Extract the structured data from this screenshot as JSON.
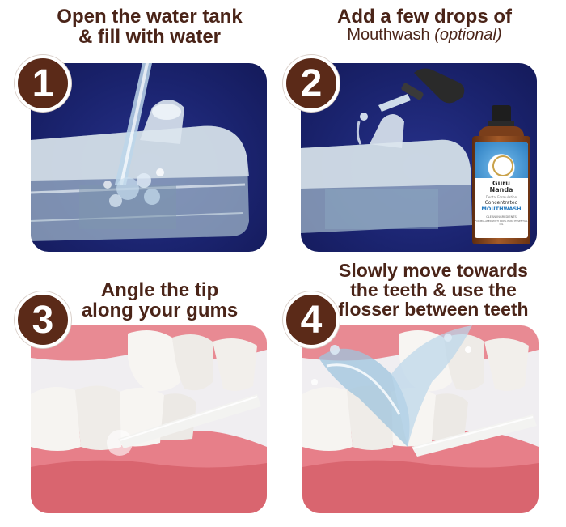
{
  "steps": [
    {
      "number": "1",
      "title_line1": "Open the water tank",
      "title_line2": "& fill with water"
    },
    {
      "number": "2",
      "title_line1": "Add a few drops of",
      "title_line2": "Mouthwash",
      "title_line2_em": "(optional)"
    },
    {
      "number": "3",
      "title_line1": "Angle the tip",
      "title_line2": "along your gums"
    },
    {
      "number": "4",
      "title_line1": "Slowly move towards",
      "title_line2": "the teeth & use the",
      "title_line3": "flosser between teeth"
    }
  ],
  "bottle": {
    "brand_line1": "Guru",
    "brand_line2": "Nanda",
    "product_small": "Dental Formulation",
    "product_line1": "Concentrated",
    "product_line2": "MOUTHWASH",
    "fine_print1": "CLEAN INGREDIENTS",
    "fine_print2": "FORMULATED WITH 100% PURE ESSENTIAL OIL"
  },
  "colors": {
    "title_brown": "#4a2418",
    "badge_brown": "#5b2a18",
    "panel_navy": "#1b2470",
    "gum_pink": "#e8858d",
    "bottle_amber": "#8a4a22",
    "label_blue": "#2a7cc0"
  }
}
